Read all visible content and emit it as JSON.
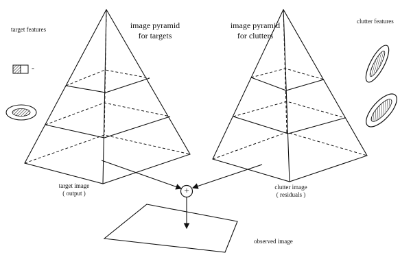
{
  "labels": {
    "target_features": "target features",
    "clutter_features": "clutter features",
    "pyramid_targets": [
      "image pyramid",
      "for targets"
    ],
    "pyramid_clutters": [
      "image pyramid",
      "for clutters"
    ],
    "target_image": [
      "target image",
      "( output )"
    ],
    "clutter_image": [
      "clutter image",
      "( residuals )"
    ],
    "observed_image": "observed image",
    "sum_symbol": "+",
    "minus_symbol": "-"
  }
}
